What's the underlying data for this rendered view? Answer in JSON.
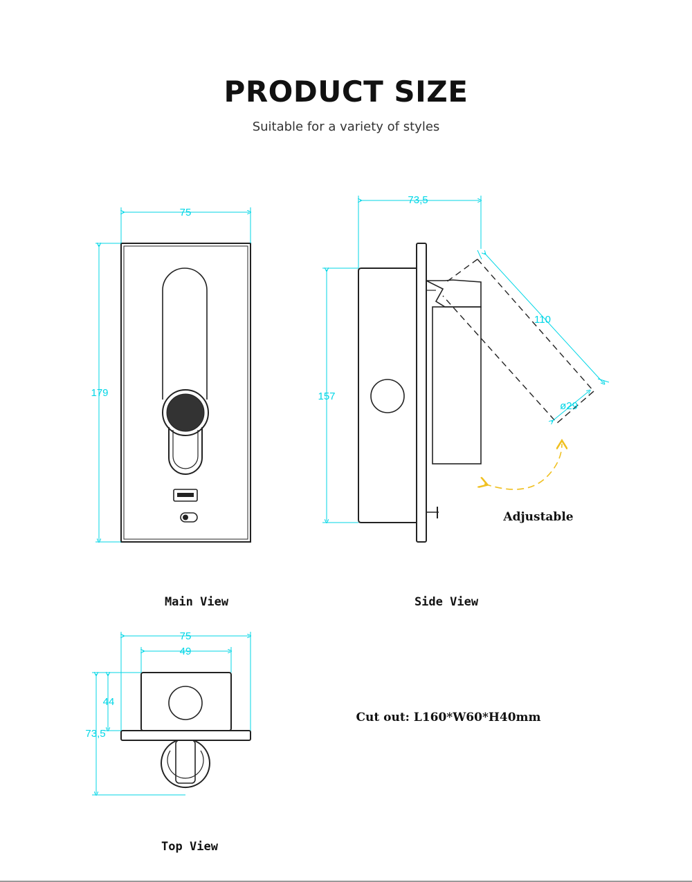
{
  "header": {
    "title": "PRODUCT SIZE",
    "subtitle": "Suitable for a variety of styles"
  },
  "main_view": {
    "caption": "Main View",
    "width_dim": "75",
    "height_dim": "179"
  },
  "side_view": {
    "caption": "Side View",
    "depth_dim": "73,5",
    "height_dim": "157",
    "arm_length_dim": "110",
    "head_diameter_dim": "ø29",
    "adjustable_label": "Adjustable"
  },
  "top_view": {
    "caption": "Top View",
    "width_dim": "75",
    "inner_width_dim": "49",
    "body_depth_dim": "44",
    "total_depth_dim": "73,5"
  },
  "cutout_note": "Cut out: L160*W60*H40mm",
  "colors": {
    "dimension": "#00d6e6",
    "outline": "#222222",
    "arrow": "#f0c020"
  }
}
